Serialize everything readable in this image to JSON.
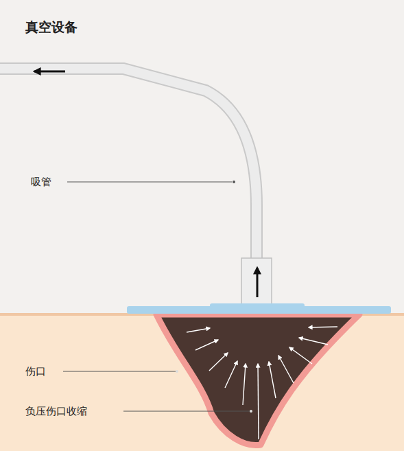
{
  "diagram": {
    "title": "真空设备",
    "labels": [
      "吸管",
      "伤口",
      "负压伤口收缩"
    ]
  }
}
